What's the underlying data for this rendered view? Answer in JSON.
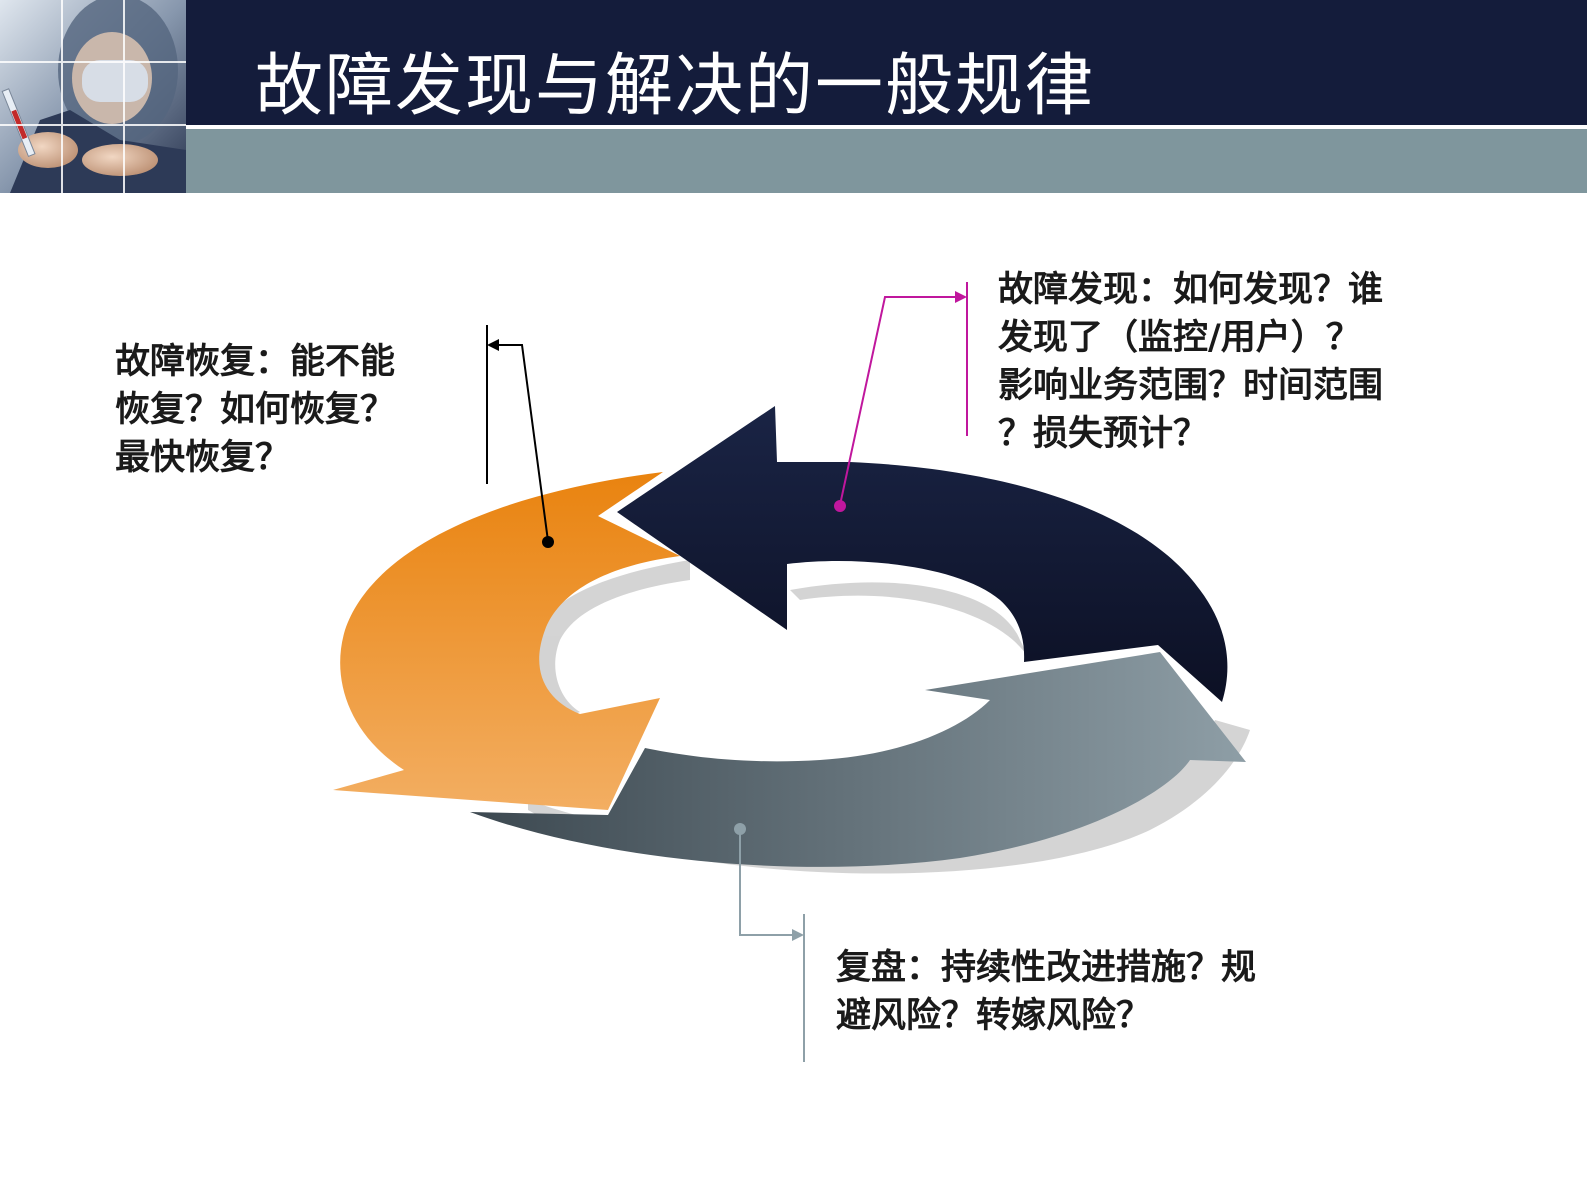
{
  "slide": {
    "title": "故障发现与解决的一般规律"
  },
  "cycle": {
    "stages": [
      {
        "id": "discovery",
        "color": "#131b38",
        "lines": [
          "故障发现：如何发现？谁",
          "发现了（监控/用户）？",
          "影响业务范围？时间范围",
          "？损失预计？"
        ]
      },
      {
        "id": "recovery",
        "color": "#ee8a22",
        "lines": [
          "故障恢复：能不能",
          "恢复？如何恢复？",
          "最快恢复？"
        ]
      },
      {
        "id": "review",
        "color": "#6e8088",
        "lines": [
          "复盘：持续性改进措施？规",
          "避风险？转嫁风险？"
        ]
      }
    ]
  },
  "colors": {
    "title_band": "#141c3b",
    "sub_band": "#7f969d",
    "discovery_callout": "#c0179d",
    "recovery_callout": "#000000",
    "review_callout": "#8ea0a8"
  },
  "icons": {
    "header_photo": "doctor-with-syringe-photo"
  }
}
